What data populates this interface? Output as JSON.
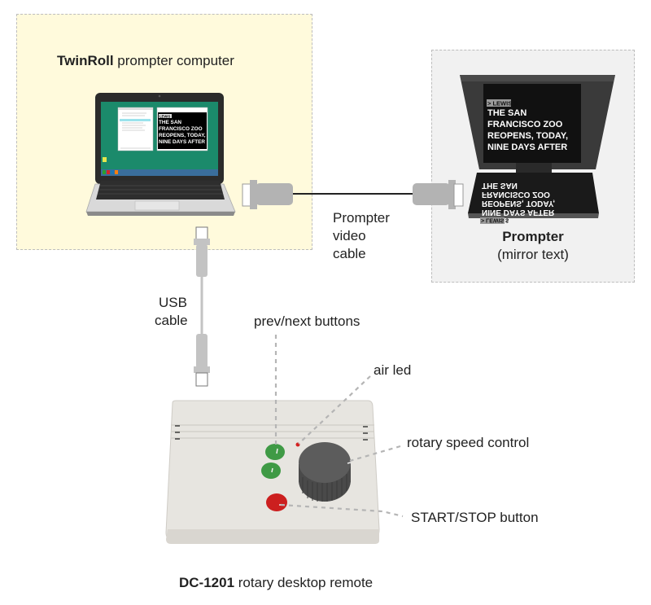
{
  "pc_box": {
    "title_bold": "TwinRoll",
    "title_rest": " prompter computer",
    "screen_text": {
      "tag": "LEWIS",
      "lines": [
        "THE SAN",
        "FRANCISCO ZOO",
        "REOPENS, TODAY,",
        "NINE DAYS AFTER"
      ]
    }
  },
  "prompter_box": {
    "title": "Prompter",
    "subtitle": "(mirror text)",
    "screen_text": {
      "tag": "> LEWIS $",
      "lines": [
        "THE SAN",
        "FRANCISCO ZOO",
        "REOPENS, TODAY,",
        "NINE DAYS AFTER"
      ]
    }
  },
  "cables": {
    "video_cable_label": [
      "Prompter",
      "video",
      "cable"
    ],
    "usb_cable_label": [
      "USB",
      "cable"
    ]
  },
  "remote": {
    "caption_bold": "DC-1201",
    "caption_rest": " rotary desktop remote",
    "callouts": {
      "prev_next": "prev/next buttons",
      "air_led": "air led",
      "rotary": "rotary speed control",
      "start_stop": "START/STOP button"
    }
  },
  "colors": {
    "pc_panel_bg": "#fffadc",
    "prompter_panel_bg": "#f1f1f1",
    "connector": "#b3b3b3",
    "desktop_teal": "#1b8a6b",
    "button_green": "#3f9a45",
    "button_red": "#cc1f1f",
    "knob": "#555555"
  }
}
